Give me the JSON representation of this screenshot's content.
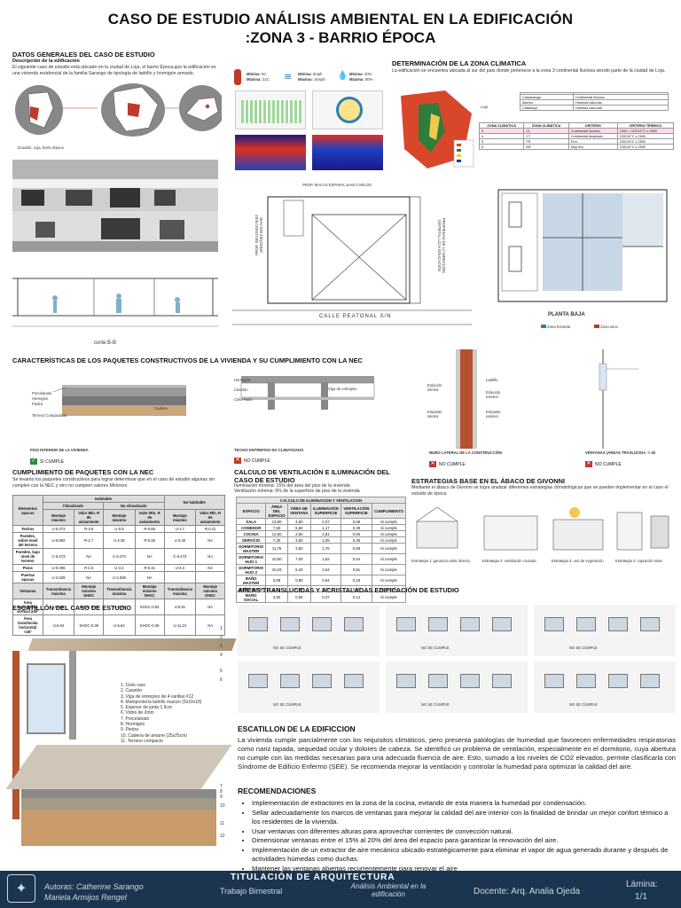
{
  "title": {
    "line1": "CASO DE ESTUDIO  ANÁLISIS AMBIENTAL EN LA EDIFICACIÓN",
    "line2": ":ZONA 3 - BARRIO ÉPOCA"
  },
  "general": {
    "heading": "DATOS GENERALES DEL CASO DE ESTUDIO",
    "subheading": "Descripción de la edificación",
    "text": "El siguiente caso de estudio está ubicado en la ciudad de Loja, el barrio Época,que la edificación es una vivienda residencial de la familia Sarango de tipología de ladrillo y hormigón armado.",
    "map_caption": "Ecuador, Loja, barrio Época"
  },
  "climate": {
    "min_temp_label": "Mínima:",
    "min_temp": "9C",
    "max_temp_label": "Máxima:",
    "max_temp": "21C",
    "wind_min_label": "Mínima:",
    "wind_min": "5mph",
    "wind_max_label": "Máxima:",
    "wind_max": "15mph",
    "hum_min_label": "Mínima:",
    "hum_min": "40%",
    "hum_max_label": "Máxima:",
    "hum_max": "80%"
  },
  "zone": {
    "heading": "DETERMINACIÓN DE LA ZONA CLIMATICA",
    "text": "La edificación se encuentra ubicada al sur del país donde pertenece a la zona 3 continental lluviosa siendo parte de la ciudad de Loja.",
    "city": "Loja",
    "cities": [
      [
        "Cariamanga",
        "Continental lluvioso"
      ],
      [
        "Alamor",
        "Húmeda calurosa"
      ],
      [
        "Catamayo",
        "Húmeda calurosa"
      ]
    ],
    "table_headers": [
      "ZONA CLIMÁTICA",
      "ZONA CLIMÁTICA",
      "CRITERIO",
      "CRITERIO TÉRMICO"
    ],
    "table_rows": [
      [
        "3",
        "CL",
        "Continental lluvioso",
        "1000 < CDD10°C ≤ 2500"
      ],
      [
        "4",
        "CT",
        "Continental templado",
        "CDD10°C ≤ 2500"
      ],
      [
        "5",
        "FR",
        "Fría",
        "CDD10°C ≤ 2500"
      ],
      [
        "6",
        "MF",
        "Muy fría",
        "CDD10°C ≤ 2500"
      ]
    ]
  },
  "plans": {
    "neighbor_label": "PROP. MACAS ESPARIA JUAN CARLOS",
    "left_label": "PROP. SEGUNDO RUIZ ORDOÑEZ BOLIVAR",
    "right_label": "PROPIEDAD DE LA DIRECCIÓN DISTRITAL LOJA EDUCACIÓN",
    "street": "CALLE PEATONAL S/N",
    "plan_label": "PLANTA BAJA",
    "section_label": "corte B-B",
    "legend_wet": "Zona húmeda",
    "legend_dry": "Zona seca"
  },
  "packages": {
    "heading": "CARACTERÍSTICAS DE LOS PAQUETES CONSTRUCTIVOS DE LA VIVIENDA Y SU CUMPLIMIENTO CON LA NEC",
    "floor_layers": [
      "Porcelanato",
      "Hormigón",
      "Piedra",
      "Terreno Compactado"
    ],
    "floor_extra": "Cadena",
    "floor_title": "PISO INTERIOR DE LA VIVIENDA",
    "floor_status": "SI CUMPLE",
    "roof_layers": [
      "Hormigón",
      "Casetón",
      "Cielo Raso"
    ],
    "roof_extra": "Viga de entrepiso",
    "roof_title": "TECHO/ ENTREPISO NO CLIMATIZADO",
    "roof_status": "NO CUMPLE",
    "wall_layers": [
      "Enlucido interior",
      "Ladrillo",
      "Enlucido exterior",
      "Empaste interior",
      "Empaste exterior"
    ],
    "wall_title": "MURO LATERAL DE LA CONSTRUCCIÓN",
    "wall_status": "NO CUMPLE",
    "window_title": "VENTANAS (AREAS TRASLUCIDA :> 45",
    "window_status": "NO CUMPLE"
  },
  "nec": {
    "heading": "CUMPLIMIENTO DE PAQUETES CON LA NEC",
    "text": "Se levanto los paquetes constructivos para lograr determinar que en el caso de estudio algunas sin cumplen con la NEC y otro no cumplen valores Mínimos",
    "group_headers": [
      "Habitable",
      "No habitable"
    ],
    "sub_headers": [
      "Climatizado",
      "No climatizado"
    ],
    "col_headers": [
      "Elementos opacos",
      "Montaje máximo",
      "Valor Min. R de aislamiento",
      "Montaje máximo",
      "Valor Min. R de aislamiento",
      "Montaje máximo",
      "Valor Min. R de aislamiento"
    ],
    "rows": [
      [
        "Techos",
        "U-0.273",
        "R-3.5",
        "U-0.8",
        "R-0.86",
        "U-1.7",
        "R-0.21"
      ],
      [
        "Paredes, sobre nivel del terreno",
        "U-0.882",
        "R-1.7",
        "U-2.35",
        "R-0.35",
        "U-3.40",
        "NA"
      ],
      [
        "Paredes, bajo nivel de terreno",
        "C-6.473",
        "NA",
        "C-6.473",
        "NA",
        "C-6.473",
        "NA"
      ],
      [
        "Pisos",
        "U-0.496",
        "R-1.5",
        "U-3.2",
        "R-0.31",
        "U-3.4",
        "NA"
      ],
      [
        "Puertas opacas",
        "U-2.839",
        "NA",
        "U-2.839",
        "NA",
        "",
        ""
      ],
      [
        "Ventanas",
        "Transmitancia máxima",
        "Montaje máximo SHGC",
        "Transmitancia máxima",
        "Montaje máximo SHGC",
        "Transmitancia máxima",
        "Montaje máximo SHGC"
      ],
      [
        "Área translúcida vertical ≥45°",
        "U-3.69",
        "SHGC-0.25",
        "U-6.78",
        "SHGC-0.82",
        "U-6.81",
        "NA"
      ],
      [
        "Área translúcida horizontal <45°",
        "U-6.64",
        "SHGC-0.39",
        "U-6.64",
        "SHGC-0.39",
        "U-11.24",
        "NA"
      ]
    ]
  },
  "vent": {
    "heading": "CALCULO DE VENTILACIÓN E ILUMINACIÓN DEL CASO DE ESTUDIO",
    "text1": "Iluminación mínima: 15% del área del piso de la vivienda",
    "text2": "Ventilación mínima: 5% de la superficie de piso de la vivienda",
    "table_title": "CALCULO DE ILUMINACION Y VENTILACION",
    "col_headers": [
      "ESPACIO",
      "ÁREA DEL ESPACIO",
      "ÁREA DE VENTANA",
      "ILUMINACIÓN SUPERFICIE",
      "VENTILACIÓN SUPERFICIE",
      "CUMPLIMIENTO"
    ],
    "rows": [
      [
        "SALA",
        "13,80",
        "4,60",
        "2,07",
        "0,69",
        "Si cumple"
      ],
      [
        "COMEDOR",
        "7,50",
        "5,60",
        "1,17",
        "0,39",
        "Si cumple"
      ],
      [
        "COCINA",
        "12,50",
        "2,50",
        "1,81",
        "0,60",
        "Si cumple"
      ],
      [
        "SERVICIO",
        "7,30",
        "3,50",
        "1,09",
        "0,36",
        "Si cumple"
      ],
      [
        "DORMITORIO MASTER",
        "11,75",
        "3,50",
        "1,76",
        "0,58",
        "Si cumple"
      ],
      [
        "DORMITORIO HIJO 1",
        "10,80",
        "7,00",
        "1,62",
        "0,54",
        "Si cumple"
      ],
      [
        "DORMITORIO HIJO 2",
        "10,33",
        "6,20",
        "1,54",
        "0,51",
        "Si cumple"
      ],
      [
        "BAÑO MASTER",
        "3,68",
        "0,80",
        "0,54",
        "0,18",
        "Si cumple"
      ],
      [
        "BAÑO HIJOS",
        "2,52",
        "0,80",
        "0,37",
        "0,20",
        "Si cumple"
      ],
      [
        "BAÑO SOCIAL",
        "2,50",
        "0,60",
        "0,37",
        "0,12",
        "Si cumple"
      ]
    ]
  },
  "givonni": {
    "heading": "ESTRATEGIAS BASE EN EL ÁBACO DE GIVONNI",
    "text": "Mediante el ábaco de Givonni se logra analizar diferentes estrategias climatológicas que se pueden implementar en el caso el estudio de época",
    "strategies": [
      "Estrategia 1: ganancia solar directa",
      "Estrategia 2: ventilación cruzada",
      "Estrategia 3: uso de vegetación",
      "Estrategia 4: captación solar"
    ]
  },
  "translucent": {
    "heading": "AREAS TRANSLUCIDAS Y ACRISTALADAS EDIFICACIÓN DE ESTUDIO",
    "labels": [
      "NO SE CUMPLE",
      "NO SE CUMPLE",
      "NO SE CUMPLE",
      "NO SE CUMPLE",
      "NO SE CUMPLE",
      "NO SE CUMPLE"
    ]
  },
  "escantillon": {
    "heading": "ESCATILLÓN DEL CASO DE ESTUDIO",
    "items": [
      "1. Cielo raso",
      "2. Casetón",
      "3. Viga de entrepiso de 4 varillas #12",
      "4. Mampostería ladrillo macizo (5x10x18)",
      "5. Espesor de junta 1.5cm",
      "6. Vidrio de 2mm",
      "7. Porcelanato",
      "8. Hormigón",
      "9. Piedra",
      "10. Cadena de amarre (25x25cm)",
      "11. Terreno compacto"
    ],
    "numbers": [
      "1",
      "2",
      "3",
      "4",
      "5",
      "6",
      "7",
      "8",
      "9",
      "10",
      "11",
      "12"
    ]
  },
  "conclusion": {
    "heading": "ESCATILLON DE LA EDIFICCION",
    "text": "La vivienda cumple parcialmente con los requisitos climáticos, pero presenta patologías de humedad que favorecen enfermedades respiratorias como nariz tapada, sequedad ocular y dolores de cabeza. Se identificó un problema de ventilación, especialmente en el dormitorio, cuya abertura no cumple con las medidas necesarias para una adecuada fluencia de aire. Esto, sumado a los niveles de CO2 elevados, permite clasificarla con Síndrome de Edificio Enfermo (SEE). Se recomienda mejorar la ventilación y controlar la humedad para optimizar la calidad del aire."
  },
  "recommendations": {
    "heading": "RECOMENDACIONES",
    "items": [
      "Implementación de extractores en la zona de la cocina, evitando de esta manera la humedad por condensación.",
      "Sellar adecuadamente los marcos de ventanas para mejorar la calidad del aire interior con la finalidad de brindar un mejor confort térmico a los residentes de la vivienda.",
      "Usar ventanas con diferentes alturas para aprovechar corrientes de convección natural.",
      "Dimensionar ventanas entre el 15% al 20% del área del espacio para garantizar la renovación del aire.",
      "Implementación de un extractor de aire mecánico ubicado estratégicamente para eliminar el vapor de agua generado durante y después de actividades húmedas como duchas.",
      "Mantener las ventanas abiertas recurrentemente para renovar el aire"
    ]
  },
  "footer": {
    "career": "TITULACIÓN DE ARQUITECTURA",
    "authors_label": "Autoras: Catherine Sarango",
    "authors_2": "Mariela Armijos Rengel",
    "work": "Trabajo Bimestral",
    "subject": "Análisis Ambiental en la edificación",
    "teacher": "Docente: Arq. Analia Ojeda",
    "sheet_label": "Lámina:",
    "sheet": "1/1"
  },
  "colors": {
    "footer_bg": "#1b3550",
    "ok": "#2e8b3e",
    "fail": "#c0392b"
  }
}
